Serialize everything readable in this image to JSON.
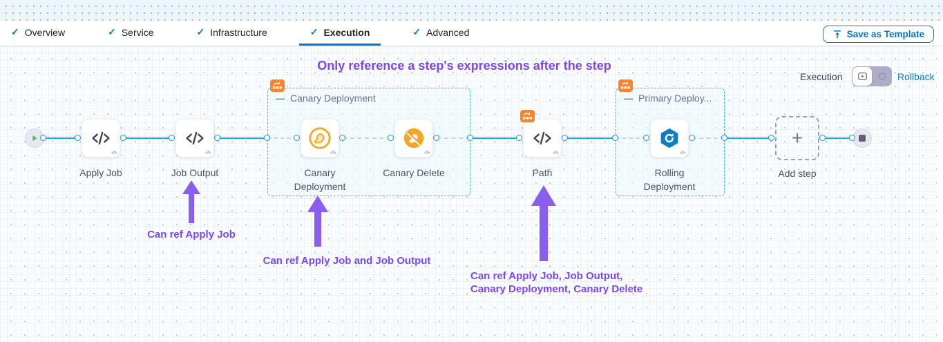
{
  "header": {
    "tabs": [
      {
        "label": "Overview",
        "active": false
      },
      {
        "label": "Service",
        "active": false
      },
      {
        "label": "Infrastructure",
        "active": false
      },
      {
        "label": "Execution",
        "active": true
      },
      {
        "label": "Advanced",
        "active": false
      }
    ],
    "save_button_label": "Save as Template"
  },
  "canvas": {
    "banner": "Only reference a step's expressions after the step",
    "mode": {
      "execution_label": "Execution",
      "rollback_label": "Rollback"
    },
    "steps": {
      "apply_job": {
        "label": "Apply Job",
        "icon": "code-icon"
      },
      "job_output": {
        "label": "Job Output",
        "icon": "code-icon"
      },
      "canary_deployment": {
        "label": "Canary Deployment",
        "icon": "canary-icon"
      },
      "canary_delete": {
        "label": "Canary Delete",
        "icon": "canary-delete-icon"
      },
      "path": {
        "label": "Path",
        "icon": "code-icon"
      },
      "rolling_deployment": {
        "label": "Rolling Deployment",
        "icon": "rolling-deployment-icon"
      },
      "add_step": {
        "label": "Add step"
      }
    },
    "groups": {
      "canary": {
        "title": "Canary Deployment"
      },
      "primary": {
        "title": "Primary Deploy..."
      }
    },
    "annotations": {
      "ref_apply_job": "Can ref Apply Job",
      "ref_apply_job_output": "Can ref Apply Job and Job Output",
      "ref_all_line1": "Can ref Apply Job, Job Output,",
      "ref_all_line2": "Canary Deployment, Canary Delete"
    }
  },
  "icons": {
    "check": "✓",
    "plus": "+",
    "minus": "—",
    "code_small": "</>"
  },
  "colors": {
    "accent_blue": "#0278d5",
    "connector_blue": "#0fb3e7",
    "annotation_purple": "#7d46f4",
    "badge_orange": "#ff832b",
    "canary_orange": "#f5a62a",
    "rolling_blue": "#0f7dc2"
  }
}
